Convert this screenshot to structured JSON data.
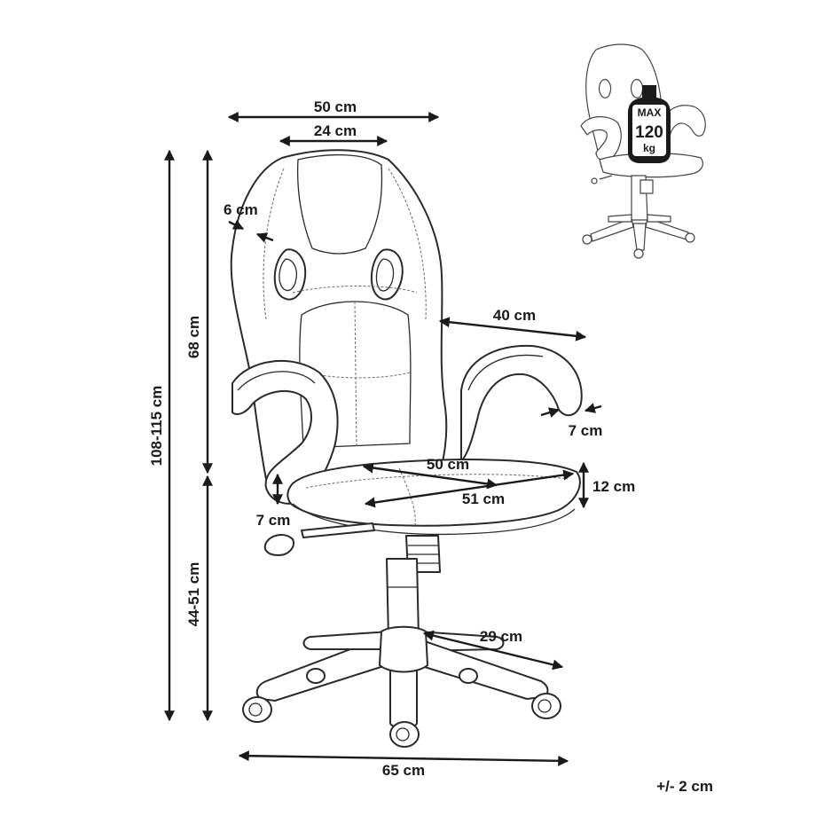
{
  "dimensions": {
    "top_width_outer": "50 cm",
    "top_width_inner": "24 cm",
    "backrest_thickness": "6 cm",
    "backrest_height": "68 cm",
    "total_height": "108-115 cm",
    "armrest_depth": "40 cm",
    "armrest_width": "7 cm",
    "seat_width": "50 cm",
    "seat_depth": "51 cm",
    "seat_thickness": "12 cm",
    "armrest_height": "7 cm",
    "seat_height": "44-51 cm",
    "leg_length": "29 cm",
    "base_width": "65 cm"
  },
  "tolerance": "+/- 2 cm",
  "max_load": {
    "prefix": "MAX",
    "value": "120",
    "unit": "kg"
  },
  "colors": {
    "line": "#2a2a2a",
    "background": "#ffffff"
  }
}
